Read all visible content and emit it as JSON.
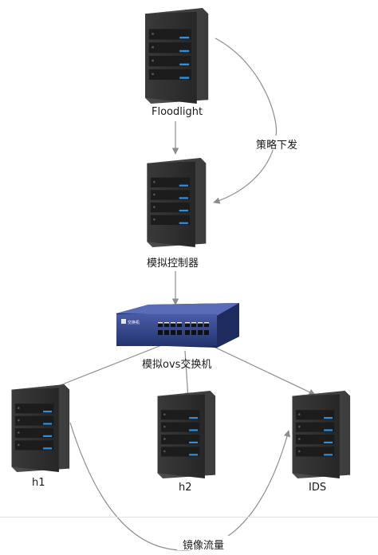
{
  "nodes": {
    "floodlight": {
      "label": "Floodlight"
    },
    "sim_controller": {
      "label": "模拟控制器"
    },
    "ovs_switch": {
      "label": "模拟ovs交换机",
      "brand_text": "交换机"
    },
    "h1": {
      "label": "h1"
    },
    "h2": {
      "label": "h2"
    },
    "ids": {
      "label": "IDS"
    }
  },
  "edges": {
    "policy": {
      "label": "策略下发"
    },
    "mirror": {
      "label": "镜像流量"
    }
  },
  "colors": {
    "line": "#8c8c8c",
    "server_dark": "#2e2e2e",
    "server_light": "#4a4a4a",
    "led": "#2f8fe0",
    "switch_blue": "#2d3f86"
  }
}
